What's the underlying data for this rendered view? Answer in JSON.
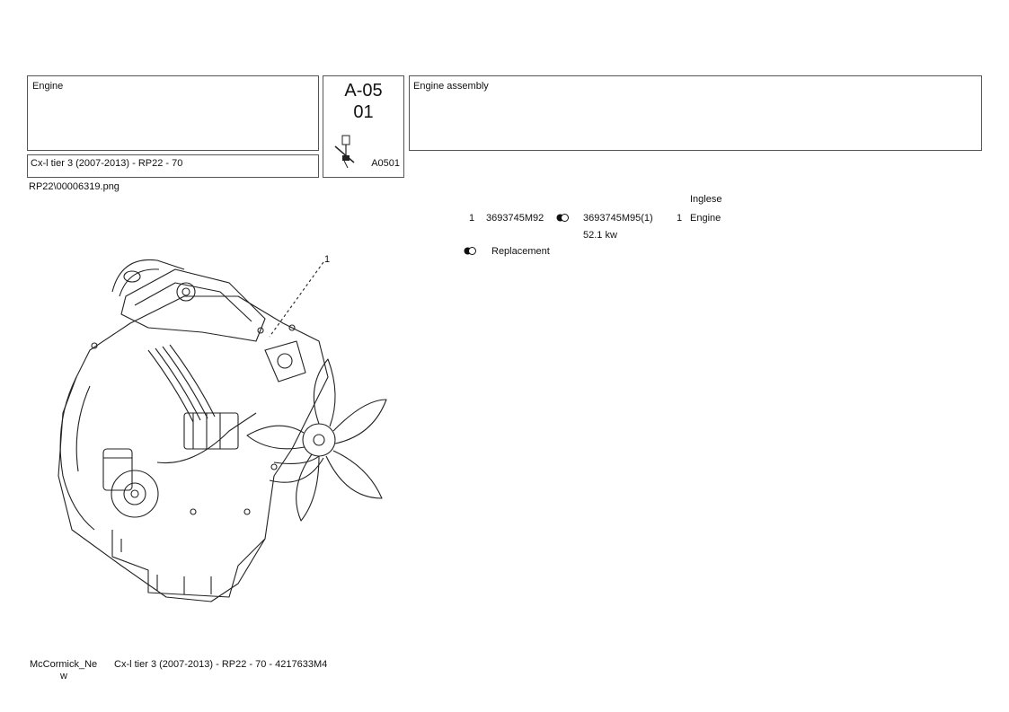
{
  "header": {
    "section": "Engine",
    "model": "Cx-l tier 3 (2007-2013) - RP22 - 70",
    "code_main": "A-05",
    "code_sub": "01",
    "code_ref": "A0501",
    "title": "Engine assembly"
  },
  "image_path": "RP22\\00006319.png",
  "language_label": "Inglese",
  "parts": [
    {
      "ref": "1",
      "part_number": "3693745M92",
      "replacement_icon": "replacement-icon",
      "replacement_part": "3693745M95(1)",
      "qty": "1",
      "description": "Engine",
      "note": "52.1 kw"
    }
  ],
  "legend": {
    "icon": "replacement-icon",
    "label": "Replacement"
  },
  "diagram": {
    "callout_label": "1"
  },
  "footer": {
    "brand_line1": "McCormick_Ne",
    "brand_line2": "w",
    "doc_ref": "Cx-l tier 3 (2007-2013) - RP22 - 70 - 4217633M4"
  }
}
